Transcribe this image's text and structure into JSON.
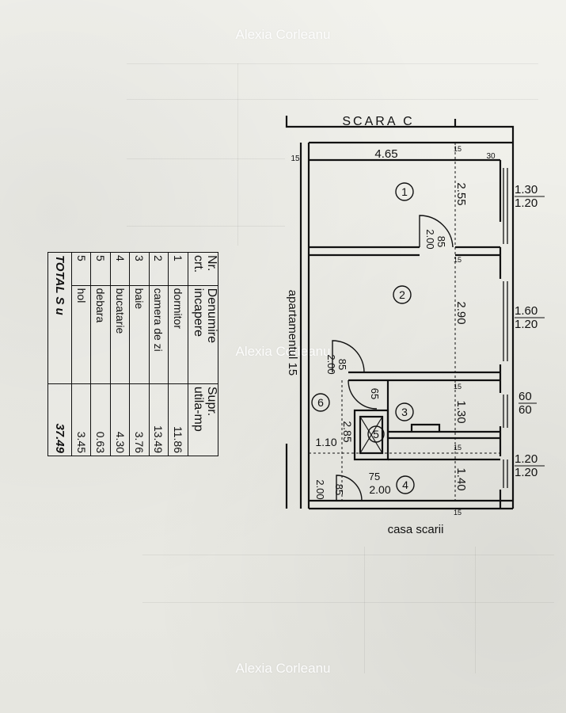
{
  "watermark": {
    "text": "Alexia Corleanu"
  },
  "plan": {
    "stair_label": "SCARA   C",
    "stairwell_label": "casa scarii",
    "neighbor_label": "apartamentul 15",
    "rooms": [
      {
        "number": "1"
      },
      {
        "number": "2"
      },
      {
        "number": "3"
      },
      {
        "number": "4"
      },
      {
        "number": "5"
      },
      {
        "number": "6"
      }
    ],
    "dims": {
      "width_top": "4.65",
      "room1_depth": "2.55",
      "room2_depth": "2.90",
      "room3_depth": "1.30",
      "room4_depth": "1.40",
      "hall_depth": "2.85",
      "hall_width": "1.10",
      "wall_15": "15",
      "wall_30": "30",
      "door_85": "85",
      "door_200": "2.00",
      "door_65": "65",
      "door_75": "75",
      "win1_top": "1.30",
      "win1_bot": "1.20",
      "win2_top": "1.60",
      "win2_bot": "1.20",
      "win3_top": "60",
      "win3_bot": "60",
      "win4_top": "1.20",
      "win4_bot": "1.20"
    }
  },
  "legend": {
    "headers": [
      "Nr. crt.",
      "Denumire incapere",
      "Supr. utila-mp"
    ],
    "col1_label": "Nr.",
    "col1_sub": "crt.",
    "col2_label": "Denumire",
    "col2_sub": "incapere",
    "col3_label": "Supr.",
    "col3_sub": "utila-mp",
    "rows": [
      {
        "nr": "1",
        "name": "dormitor",
        "area": "11.86"
      },
      {
        "nr": "2",
        "name": "camera de zi",
        "area": "13.49"
      },
      {
        "nr": "3",
        "name": "baie",
        "area": "3.76"
      },
      {
        "nr": "4",
        "name": "bucatarie",
        "area": "4.30"
      },
      {
        "nr": "5",
        "name": "debara",
        "area": "0.63"
      },
      {
        "nr": "5",
        "name": "hol",
        "area": "3.45"
      }
    ],
    "total_label": "TOTAL  S u",
    "total_value": "37.49"
  }
}
